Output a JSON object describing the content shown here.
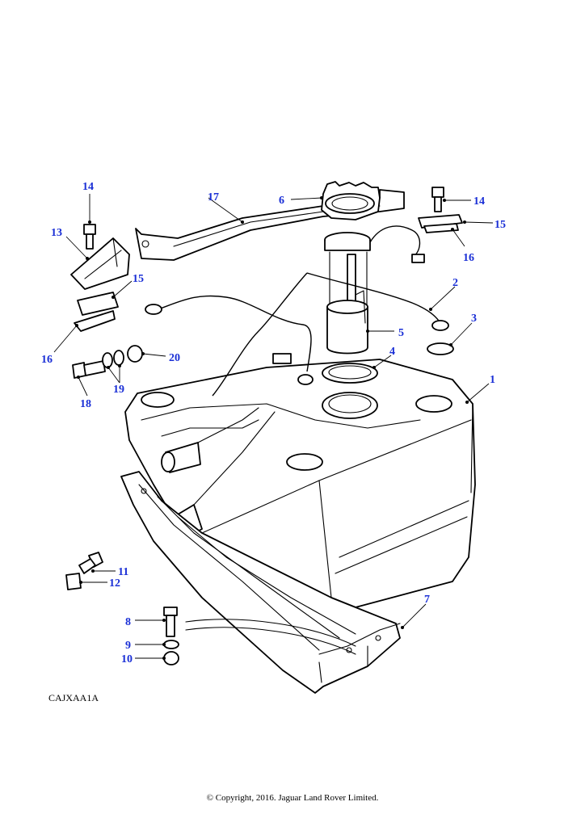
{
  "diagram": {
    "reference_code": "CAJXAA1A",
    "copyright": "© Copyright, 2016. Jaguar Land Rover Limited.",
    "callouts": [
      {
        "id": "c1",
        "label": "1"
      },
      {
        "id": "c2",
        "label": "2"
      },
      {
        "id": "c3",
        "label": "3"
      },
      {
        "id": "c4",
        "label": "4"
      },
      {
        "id": "c5",
        "label": "5"
      },
      {
        "id": "c6",
        "label": "6"
      },
      {
        "id": "c7",
        "label": "7"
      },
      {
        "id": "c8",
        "label": "8"
      },
      {
        "id": "c9",
        "label": "9"
      },
      {
        "id": "c10",
        "label": "10"
      },
      {
        "id": "c11",
        "label": "11"
      },
      {
        "id": "c12",
        "label": "12"
      },
      {
        "id": "c13",
        "label": "13"
      },
      {
        "id": "c14a",
        "label": "14"
      },
      {
        "id": "c14b",
        "label": "14"
      },
      {
        "id": "c15a",
        "label": "15"
      },
      {
        "id": "c15b",
        "label": "15"
      },
      {
        "id": "c16a",
        "label": "16"
      },
      {
        "id": "c16b",
        "label": "16"
      },
      {
        "id": "c17",
        "label": "17"
      },
      {
        "id": "c18",
        "label": "18"
      },
      {
        "id": "c19",
        "label": "19"
      },
      {
        "id": "c20",
        "label": "20"
      }
    ]
  },
  "colors": {
    "callout": "#1a2fd6",
    "line": "#000000",
    "background": "#ffffff"
  }
}
